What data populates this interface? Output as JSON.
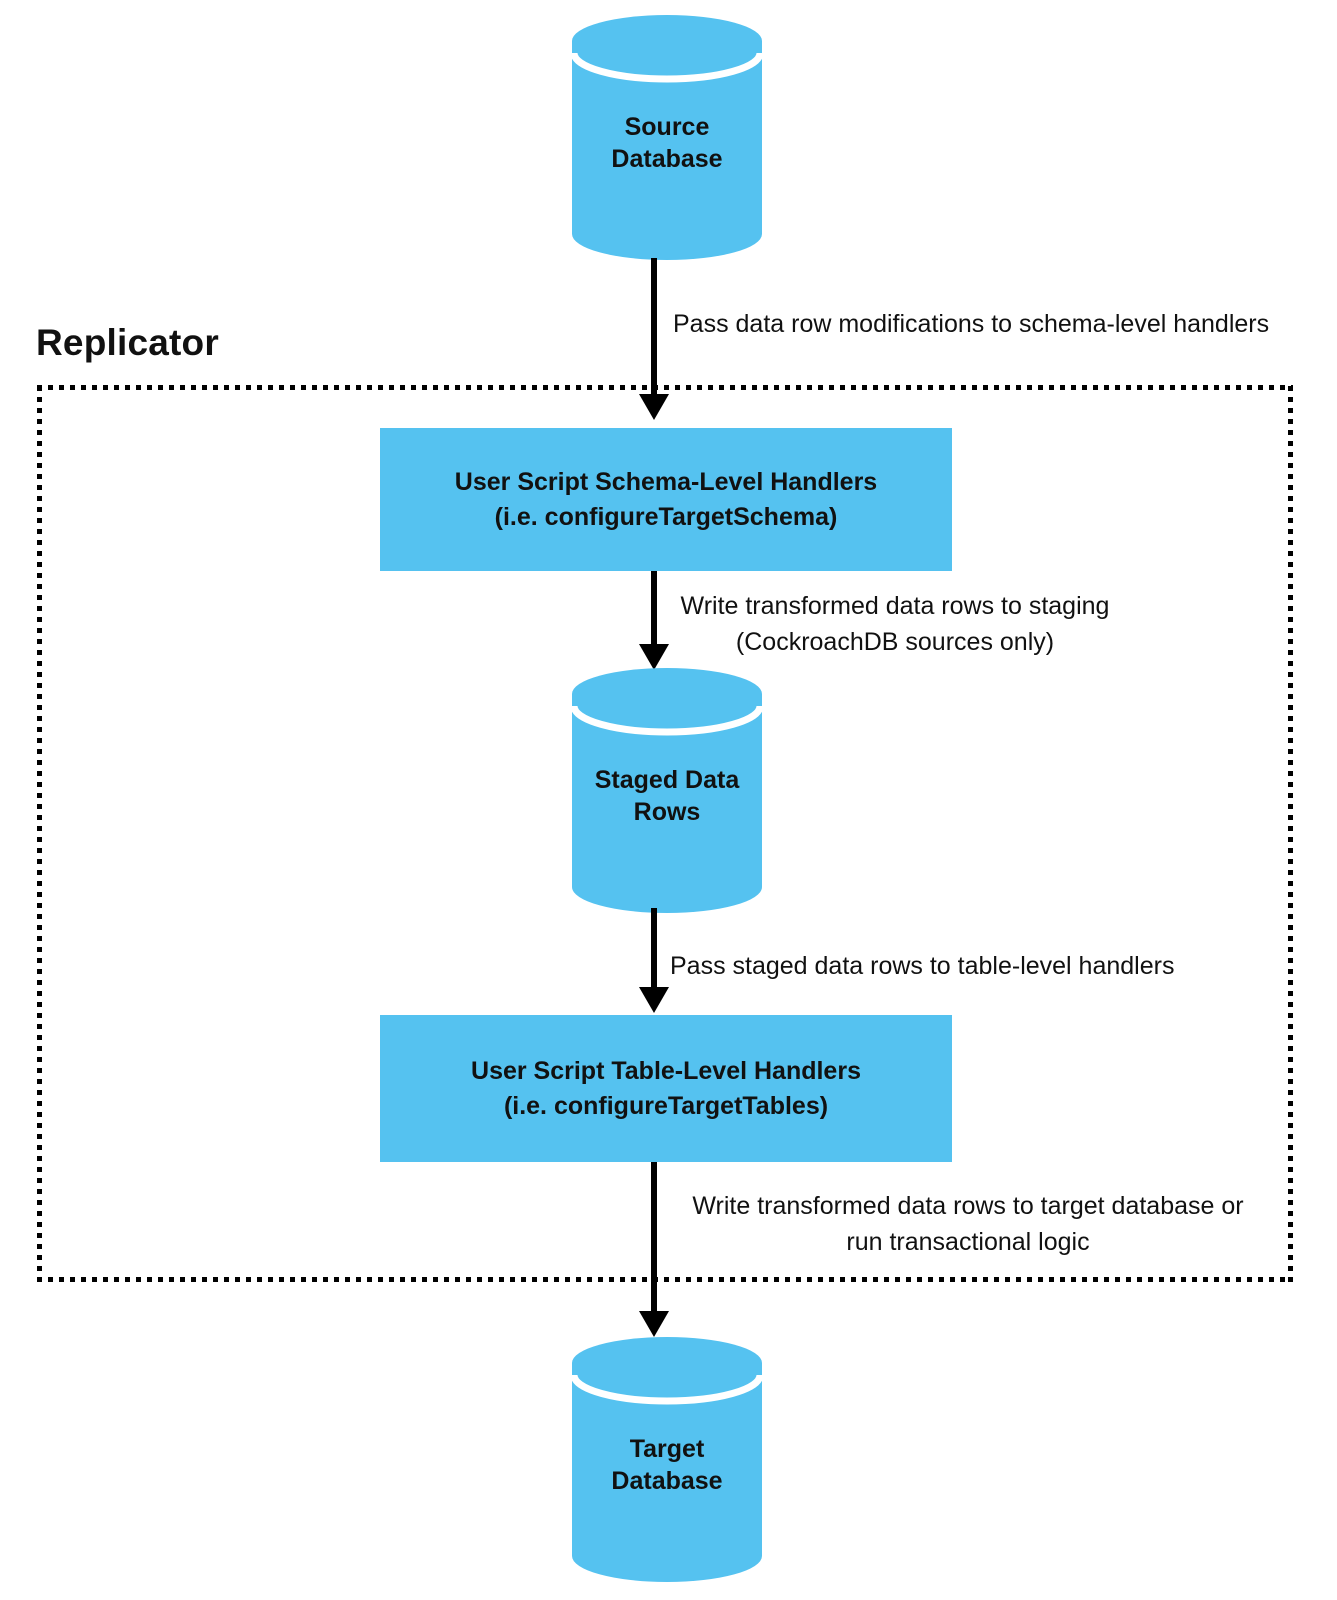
{
  "diagram": {
    "group_label": "Replicator",
    "colors": {
      "node_fill": "#55C2F0",
      "arrow": "#000000",
      "text": "#111111"
    },
    "nodes": {
      "source_db": {
        "type": "database-cylinder",
        "line1": "Source",
        "line2": "Database"
      },
      "schema_handlers": {
        "type": "process-box",
        "line1": "User Script Schema-Level Handlers",
        "line2": "(i.e. configureTargetSchema)"
      },
      "staged_rows": {
        "type": "database-cylinder",
        "line1": "Staged Data",
        "line2": "Rows"
      },
      "table_handlers": {
        "type": "process-box",
        "line1": "User Script Table-Level Handlers",
        "line2": "(i.e. configureTargetTables)"
      },
      "target_db": {
        "type": "database-cylinder",
        "line1": "Target",
        "line2": "Database"
      }
    },
    "edges": {
      "source_to_schema": {
        "label": "Pass data row modifications to schema-level handlers"
      },
      "schema_to_staged": {
        "line1": "Write transformed data rows to staging",
        "line2": "(CockroachDB sources only)"
      },
      "staged_to_table": {
        "label": "Pass staged data rows to table-level handlers"
      },
      "table_to_target": {
        "line1": "Write transformed data rows to target database or",
        "line2": "run transactional logic"
      }
    }
  }
}
